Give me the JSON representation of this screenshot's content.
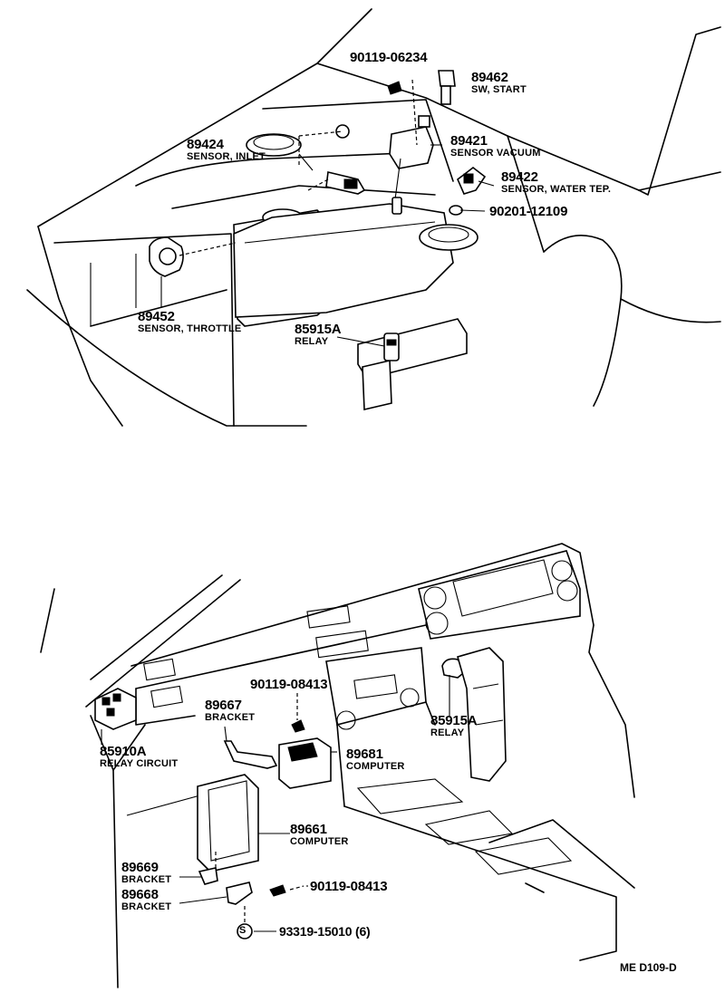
{
  "parts": [
    {
      "id": "p1",
      "number": "90119-06234",
      "name": ""
    },
    {
      "id": "p2",
      "number": "89462",
      "name": "SW, START"
    },
    {
      "id": "p3",
      "number": "89424",
      "name": "SENSOR, INLET"
    },
    {
      "id": "p4",
      "number": "89421",
      "name": "SENSOR VACUUM"
    },
    {
      "id": "p5",
      "number": "89422",
      "name": "SENSOR, WATER TEP."
    },
    {
      "id": "p6",
      "number": "90201-12109",
      "name": ""
    },
    {
      "id": "p7",
      "number": "89452",
      "name": "SENSOR, THROTTLE"
    },
    {
      "id": "p8",
      "number": "85915A",
      "name": "RELAY"
    },
    {
      "id": "p9",
      "number": "90119-08413",
      "name": ""
    },
    {
      "id": "p10",
      "number": "89667",
      "name": "BRACKET"
    },
    {
      "id": "p11",
      "number": "85915A",
      "name": "RELAY"
    },
    {
      "id": "p12",
      "number": "85910A",
      "name": "RELAY CIRCUIT"
    },
    {
      "id": "p13",
      "number": "89681",
      "name": "COMPUTER"
    },
    {
      "id": "p14",
      "number": "89661",
      "name": "COMPUTER"
    },
    {
      "id": "p15",
      "number": "89669",
      "name": "BRACKET"
    },
    {
      "id": "p16",
      "number": "90119-08413",
      "name": ""
    },
    {
      "id": "p17",
      "number": "89668",
      "name": "BRACKET"
    },
    {
      "id": "p18",
      "number": "93319-15010 (6)",
      "name": ""
    }
  ],
  "symbols": {
    "s_marker": "S"
  },
  "footer": {
    "code": "ME  D109-D"
  }
}
